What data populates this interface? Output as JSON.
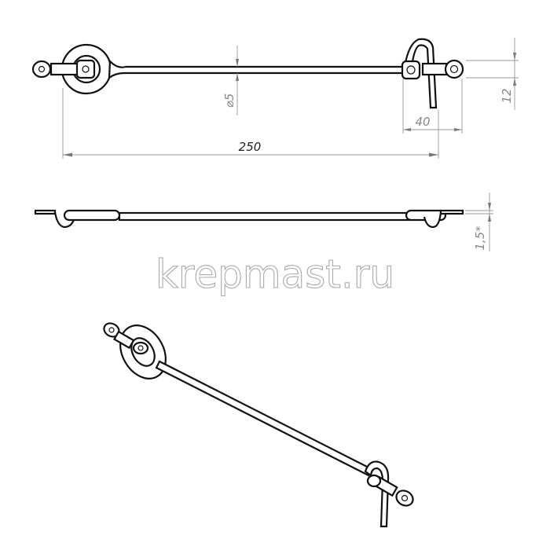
{
  "drawing": {
    "dimensions": {
      "diameter": "⌀5",
      "length": "250",
      "eye_offset": "40",
      "height": "12",
      "thickness": "1,5*"
    },
    "watermark": "krepmast.ru"
  }
}
